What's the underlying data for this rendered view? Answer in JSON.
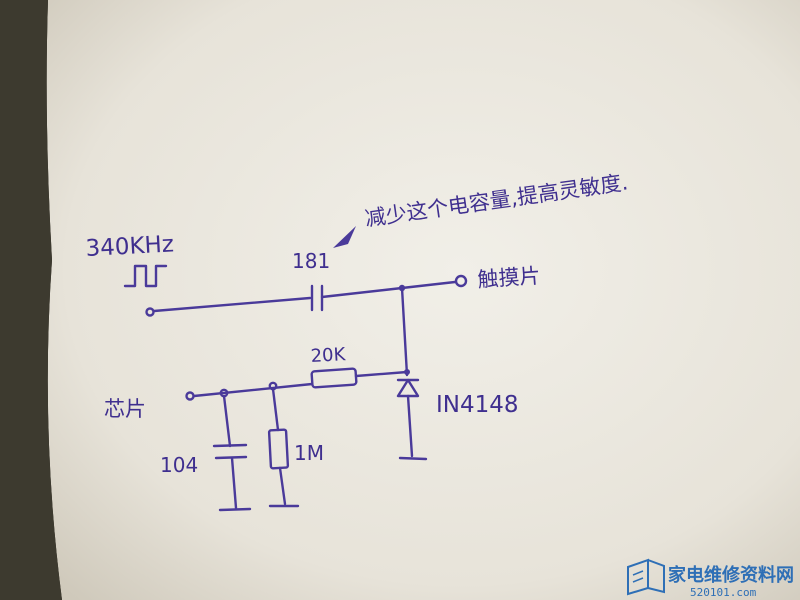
{
  "labels": {
    "frequency": "340KHz",
    "capacitor_top": "181",
    "annotation": "减少这个电容量,提高灵敏度.",
    "output": "触摸片",
    "resistor_20k": "20K",
    "diode": "IN4148",
    "input_left": "芯片",
    "resistor_1m": "1M",
    "capacitor_bottom": "104"
  },
  "watermark": {
    "brand": "家电维修资料网",
    "url": "520101.com"
  },
  "colors": {
    "ink": "#4a3a9a",
    "paper": "#efece4",
    "watermark": "#2e6fb6"
  }
}
